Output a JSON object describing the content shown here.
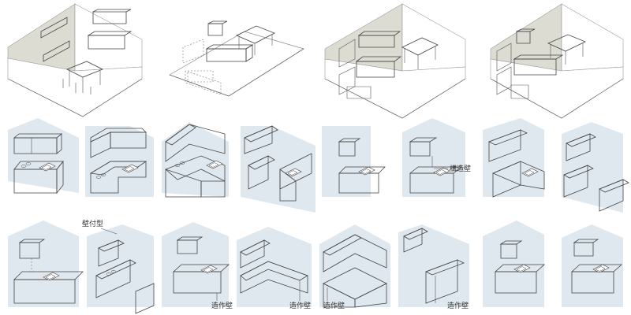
{
  "palette": {
    "cabinet": "#f6e6e2",
    "counter": "#c8d8e8",
    "wall": "#dfe8ef",
    "room_wall": "#dcdcd3",
    "floor": "#ffffff",
    "line": "#444444"
  },
  "labels": {
    "kouzou_kabe": "構造壁",
    "kabetsuki_gata": "壁付型",
    "zousaku_kabe": "造作壁"
  }
}
